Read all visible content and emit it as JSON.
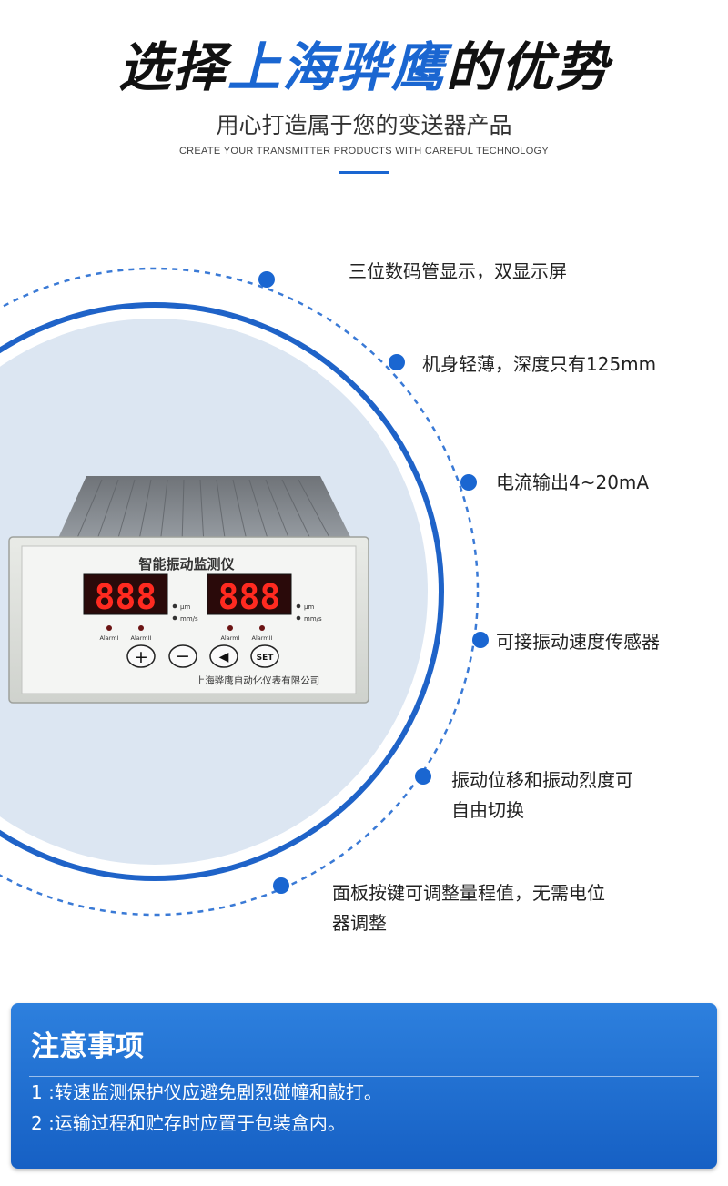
{
  "header": {
    "title_part1": "选择",
    "title_part2": "上海骅鹰",
    "title_part3": "的优势",
    "subtitle": "用心打造属于您的变送器产品",
    "subtitle_en": "CREATE YOUR TRANSMITTER PRODUCTS WITH CAREFUL TECHNOLOGY"
  },
  "device": {
    "label": "智能振动监测仪",
    "display_left": "888",
    "display_right": "888",
    "unit_um": "μm",
    "unit_mms": "mm/s",
    "alarm1": "AlarmI",
    "alarm2": "AlarmII",
    "btn_plus": "+",
    "btn_minus": "−",
    "btn_left": "◀",
    "btn_set": "SET",
    "company": "上海骅鹰自动化仪表有限公司"
  },
  "features": [
    "三位数码管显示，双显示屏",
    "机身轻薄，深度只有125mm",
    "电流输出4~20mA",
    "可接振动速度传感器",
    "振动位移和振动烈度可",
    "自由切换",
    "面板按键可调整量程值，无需电位",
    "器调整"
  ],
  "notice": {
    "title": "注意事项",
    "items": [
      "1 :转速监测保护仪应避免剧烈碰幢和敲打。",
      "2 :运输过程和贮存时应置于包装盒内。"
    ]
  },
  "colors": {
    "accent": "#1a66d1",
    "circle_fill": "#dce6f2",
    "notice_bg": "#1f6fd6"
  }
}
